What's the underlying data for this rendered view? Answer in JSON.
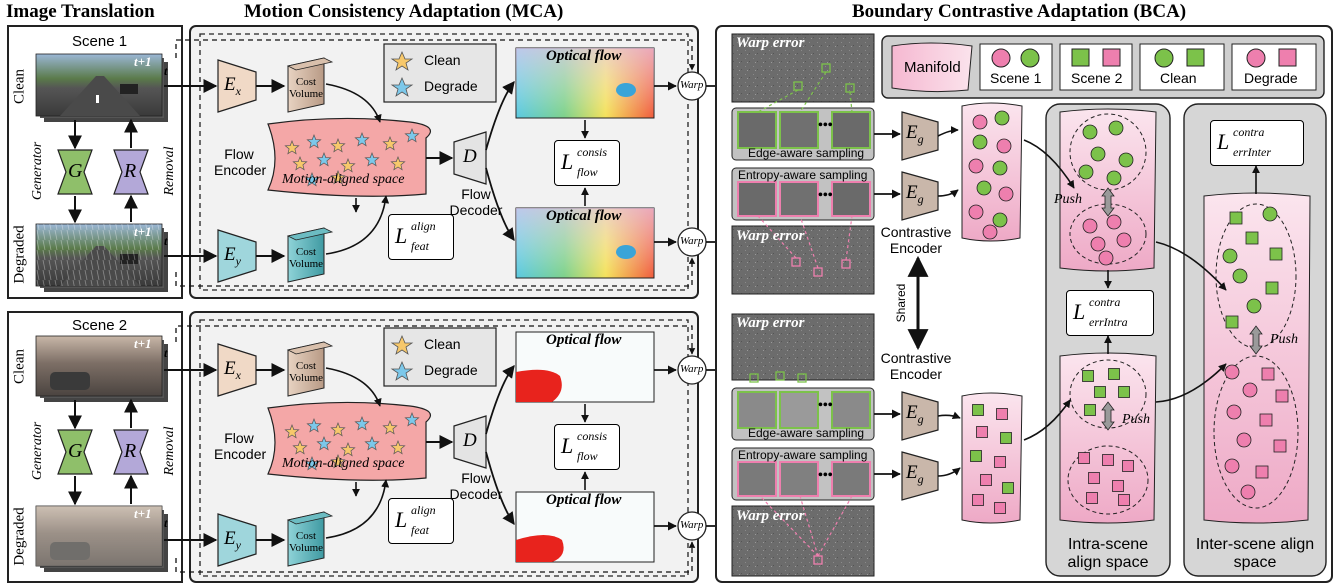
{
  "headers": {
    "image_translation": "Image Translation",
    "mca": "Motion Consistency Adaptation (MCA)",
    "bca": "Boundary Contrastive Adaptation (BCA)"
  },
  "scenes": [
    {
      "title": "Scene 1",
      "clean_label": "Clean",
      "degraded_label": "Degraded",
      "frame_tag": "t+1",
      "frame_tag2": "t"
    },
    {
      "title": "Scene 2",
      "clean_label": "Clean",
      "degraded_label": "Degraded",
      "frame_tag": "t+1",
      "frame_tag2": "t"
    }
  ],
  "translation": {
    "generator_label": "Generator",
    "removal_label": "Removal",
    "G": "G",
    "R": "R"
  },
  "mca": {
    "ex": "E",
    "ex_sub": "x",
    "ey": "E",
    "ey_sub": "y",
    "cost_volume": "Cost Volume",
    "legend_clean": "Clean",
    "legend_degrade": "Degrade",
    "flow_encoder": "Flow Encoder",
    "motion_space": "Motion-aligned space",
    "D": "D",
    "flow_decoder": "Flow Decoder",
    "optical_flow": "Optical flow",
    "warp": "Warp",
    "loss_consis_L": "L",
    "loss_consis_sup": "consis",
    "loss_consis_sub": "flow",
    "loss_align_L": "L",
    "loss_align_sup": "align",
    "loss_align_sub": "feat"
  },
  "bca": {
    "warp_error": "Warp error",
    "edge_sampling": "Edge-aware sampling",
    "entropy_sampling": "Entropy-aware sampling",
    "eg": "E",
    "eg_sub": "g",
    "contrastive_encoder": "Contrastive Encoder",
    "shared": "Shared",
    "push": "Push",
    "intra_space": "Intra-scene align space",
    "inter_space": "Inter-scene align space",
    "loss_intra_L": "L",
    "loss_intra_sup": "contra",
    "loss_intra_sub": "errIntra",
    "loss_inter_L": "L",
    "loss_inter_sup": "contra",
    "loss_inter_sub": "errInter",
    "dots": "•••"
  },
  "legend": {
    "manifold": "Manifold",
    "scene1": "Scene 1",
    "scene2": "Scene 2",
    "clean": "Clean",
    "degrade": "Degrade"
  },
  "colors": {
    "pink": "#ee7fae",
    "green": "#7cc24a",
    "feature_pink": "#f3a6a8",
    "clean_star": "#f7c86b",
    "degrade_star": "#7cc8ea"
  }
}
